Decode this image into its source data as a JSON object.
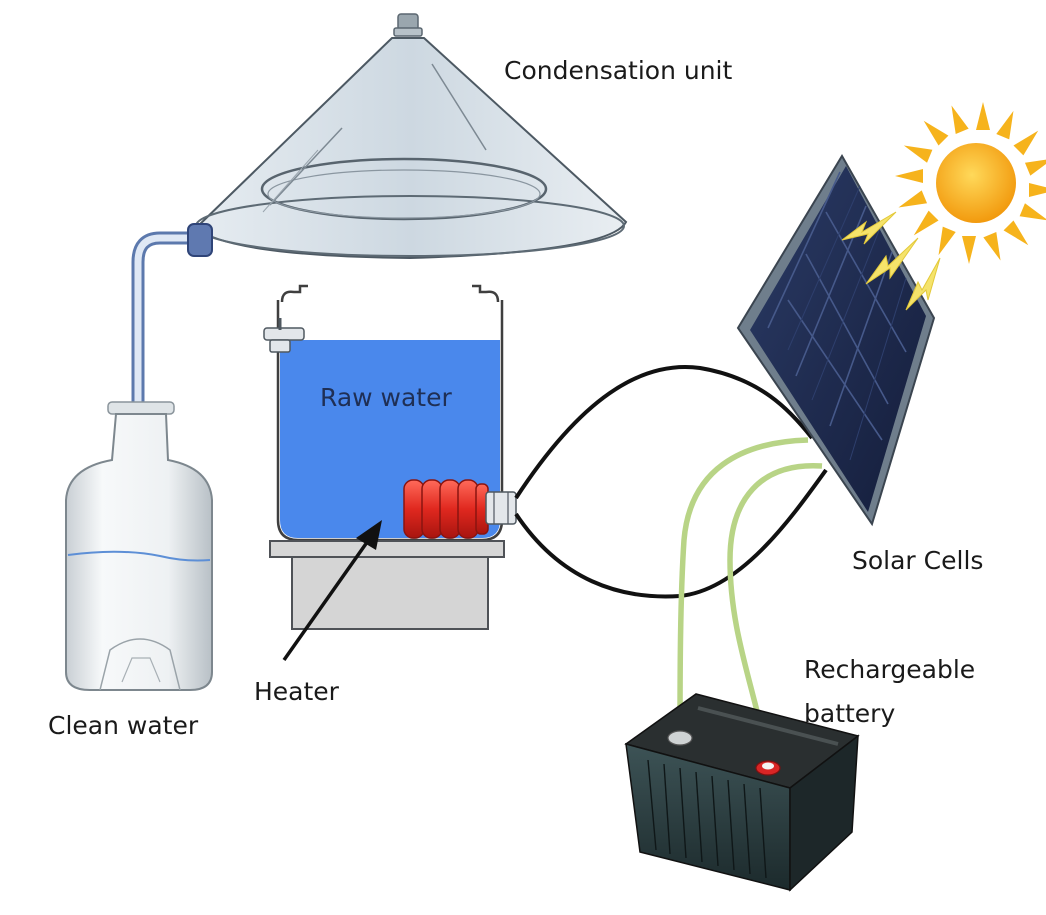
{
  "labels": {
    "condensation_unit": "Condensation unit",
    "raw_water": "Raw water",
    "solar_cells": "Solar Cells",
    "rechargeable_battery_line1": "Rechargeable",
    "rechargeable_battery_line2": "battery",
    "heater": "Heater",
    "clean_water": "Clean water"
  },
  "colors": {
    "raw_water": "#4a88ec",
    "heater": "#e23a2e",
    "cone_glass": "#c7d3dc",
    "pipe": "#6b86b8",
    "solar_panel": "#1f2d52",
    "sun": "#f7b21c",
    "sun_rays": "#f5e36b",
    "battery_wires": "#b8d486",
    "battery_body": "#2a3a3c",
    "battery_positive": "#d92525",
    "power_wires": "#111111",
    "stand": "#d5d5d5"
  }
}
